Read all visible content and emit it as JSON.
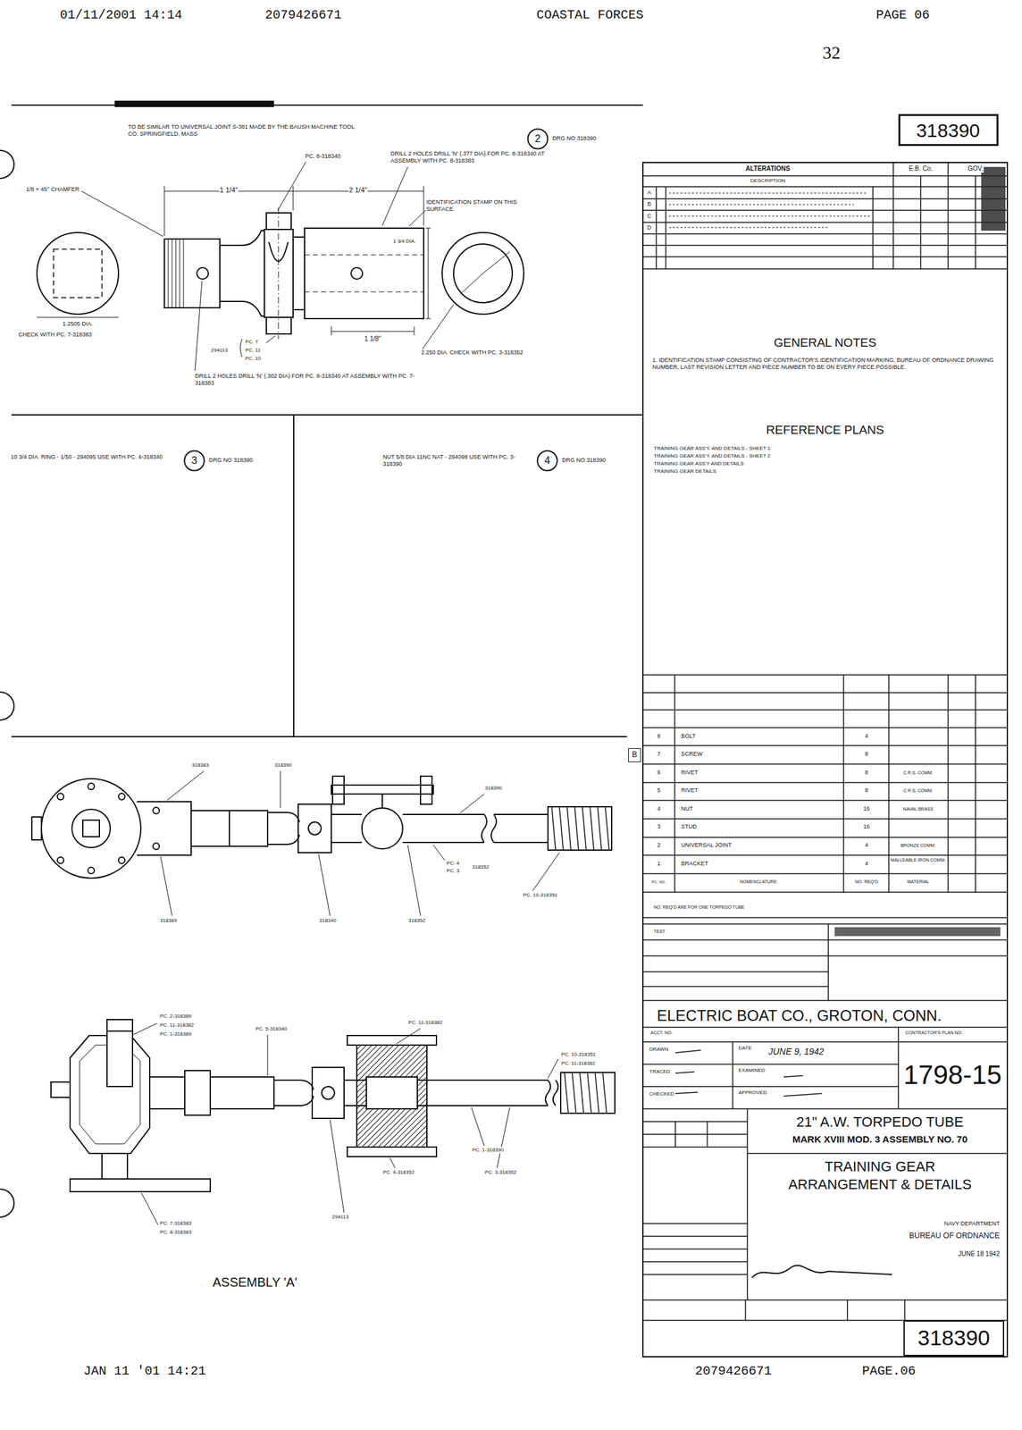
{
  "diagram": {
    "nodes": [
      {
        "text": [
          "318390"
        ]
      },
      {
        "text": [
          "2"
        ]
      },
      {
        "text": [
          "3"
        ]
      },
      {
        "text": [
          "4"
        ]
      },
      {
        "text": [
          "B"
        ]
      },
      {
        "text": [
          "318390"
        ]
      }
    ],
    "labels": [
      "01/11/2001 14:14",
      "2079426671",
      "COASTAL FORCES",
      "PAGE 06",
      "32",
      "JAN 11 '01 14:21",
      "2079426671",
      "PAGE.06",
      "TO BE SIMILAR TO UNIVERSAL JOINT S-381 MADE BY THE BAUSH MACHINE TOOL CO. SPRINGFIELD, MASS",
      "DRG NO 318390",
      "PC. 8-318340",
      "DRILL 2 HOLES DRILL 'N' (.377 DIA) FOR PC. 8-318340 AT ASSEMBLY WITH PC. 8-318383",
      "1/8 × 45° CHAMFER",
      "1 1/4\"",
      "2 1/4\"",
      "IDENTIFICATION STAMP ON THIS SURFACE",
      "1 3/4 DIA.",
      "1 1/8\"",
      "1.2505 DIA.",
      "CHECK WITH PC. 7-318383",
      "294113",
      "PC. 7",
      "PC. 11",
      "PC. 10",
      "DRILL 2 HOLES DRILL 'N' (.302 DIA) FOR PC. 8-318340 AT ASSEMBLY WITH PC. 7-318383",
      "2.250 DIA. CHECK WITH PC. 3-318352",
      "10 3/4 DIA. RING - 1/50 - 294095 USE WITH PC. 4-318340",
      "DRG NO 318390",
      "NUT 5/8 DIA 11NC NAT - 294098 USE WITH PC. 3-318390",
      "DRG NO 318390",
      "318383",
      "318390",
      "318390",
      "PC. 4",
      "PC. 3",
      "318352",
      "PC. 10-318351",
      "318389",
      "318340",
      "318352",
      "PC. 2-318389",
      "PC. 11-318382",
      "PC. 1-318389",
      "PC. 5-318340",
      "PC. 11-318382",
      "PC. 10-318351",
      "PC. 11-318382",
      "PC. 1-318390",
      "PC. 4-318352",
      "PC. 3-318352",
      "294113",
      "PC. 7-318383",
      "PC. 8-318383",
      "ASSEMBLY 'A'",
      "ALTERATIONS",
      "E.B. Co.",
      "GOV.",
      "DESCRIPTION",
      "A",
      "B",
      "C",
      "D",
      "GENERAL NOTES",
      "1. IDENTIFICATION STAMP CONSISTING OF CONTRACTOR'S IDENTIFICATION MARKING, BUREAU OF ORDNANCE DRAWING NUMBER, LAST REVISION LETTER AND PIECE NUMBER TO BE ON EVERY PIECE POSSIBLE.",
      "REFERENCE PLANS",
      "TRAINING GEAR ASS'Y. AND DETAILS - SHEET 1",
      "TRAINING GEAR ASS'Y. AND DETAILS - SHEET 2",
      "TRAINING GEAR ASS'Y AND DETAILS",
      "TRAINING GEAR DETAILS",
      "8",
      "BOLT",
      "4",
      "7",
      "SCREW",
      "8",
      "6",
      "RIVET",
      "8",
      "C.R.S. COMM.",
      "5",
      "RIVET",
      "8",
      "C.R.S. COMM.",
      "4",
      "NUT",
      "16",
      "NAVAL BRASS",
      "3",
      "STUD",
      "16",
      "2",
      "UNIVERSAL JOINT",
      "4",
      "BRONZE COMM.",
      "1",
      "BRACKET",
      "4",
      "MALLEABLE IRON COMM.",
      "PC. NO.",
      "NOMENCLATURE",
      "NO. REQ'D",
      "MATERIAL",
      "NO. REQ'D ARE FOR ONE TORPEDO TUBE",
      "TEST",
      "ELECTRIC BOAT CO., GROTON, CONN.",
      "ACCT. NO.",
      "CONTRACTOR'S PLAN NO.",
      "DRAWN",
      "TRACED",
      "CHECKED",
      "DATE",
      "JUNE 9, 1942",
      "EXAMINED",
      "APPROVED",
      "1798-15",
      "21\" A.W. TORPEDO TUBE",
      "MARK XVIII MOD. 3 ASSEMBLY NO. 70",
      "TRAINING GEAR",
      "ARRANGEMENT & DETAILS",
      "NAVY DEPARTMENT",
      "BUREAU OF ORDNANCE",
      "JUNE 18 1942"
    ]
  }
}
